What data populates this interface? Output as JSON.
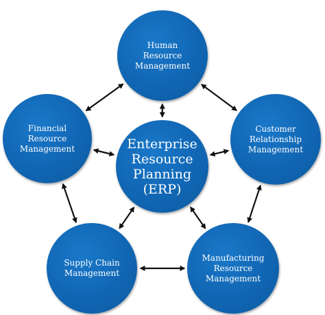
{
  "nodes": {
    "hrm": {
      "label": "Human\nResource\nManagement"
    },
    "frm": {
      "label": "Financial\nResource\nManagement"
    },
    "crm": {
      "label": "Customer\nRelationship\nManagement"
    },
    "erp": {
      "label": "Enterprise\nResource\nPlanning\n(ERP)"
    },
    "scm": {
      "label": "Supply Chain\nManagement"
    },
    "mrm": {
      "label": "Manufacturing\nResource\nManagement"
    }
  },
  "colors": {
    "node_fill": "#1166b3",
    "arrow": "#111111",
    "text": "#ffffff"
  },
  "connections": [
    [
      "hrm",
      "frm"
    ],
    [
      "hrm",
      "crm"
    ],
    [
      "frm",
      "scm"
    ],
    [
      "crm",
      "mrm"
    ],
    [
      "scm",
      "mrm"
    ],
    [
      "hrm",
      "erp"
    ],
    [
      "frm",
      "erp"
    ],
    [
      "crm",
      "erp"
    ],
    [
      "scm",
      "erp"
    ],
    [
      "mrm",
      "erp"
    ]
  ]
}
